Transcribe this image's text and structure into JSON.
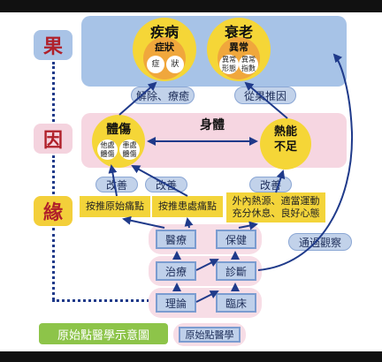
{
  "side_labels": {
    "guo": "果",
    "yin": "因",
    "yuan": "緣"
  },
  "top": {
    "disease": {
      "title": "疾病",
      "inner": "症狀",
      "left": "症",
      "right": "狀"
    },
    "aging": {
      "title": "衰老",
      "inner": "異常",
      "left": "異常\n形態",
      "right": "異常\n指數"
    }
  },
  "pills": {
    "relieve": "解除、療癒",
    "infer": "從果推因",
    "improve1": "改善",
    "improve2": "改善",
    "improve3": "改善",
    "observe": "通過觀察"
  },
  "middle": {
    "title": "身體",
    "injury": {
      "title": "體傷",
      "left": "他處\n體傷",
      "right": "患處\n體傷"
    },
    "heat": {
      "title": "熱能\n不足"
    }
  },
  "yellow_boxes": {
    "press_origin": "按推原始痛點",
    "press_affected": "按推患處痛點",
    "lifestyle": "外內熱源、適當運動\n充分休息、良好心態"
  },
  "stack": {
    "medical": "醫療",
    "health": "保健",
    "treat": "治療",
    "diagnose": "診斷",
    "theory": "理論",
    "clinical": "臨床"
  },
  "footer": {
    "title": "原始點醫學示意圖",
    "brand": "原始點醫學"
  }
}
